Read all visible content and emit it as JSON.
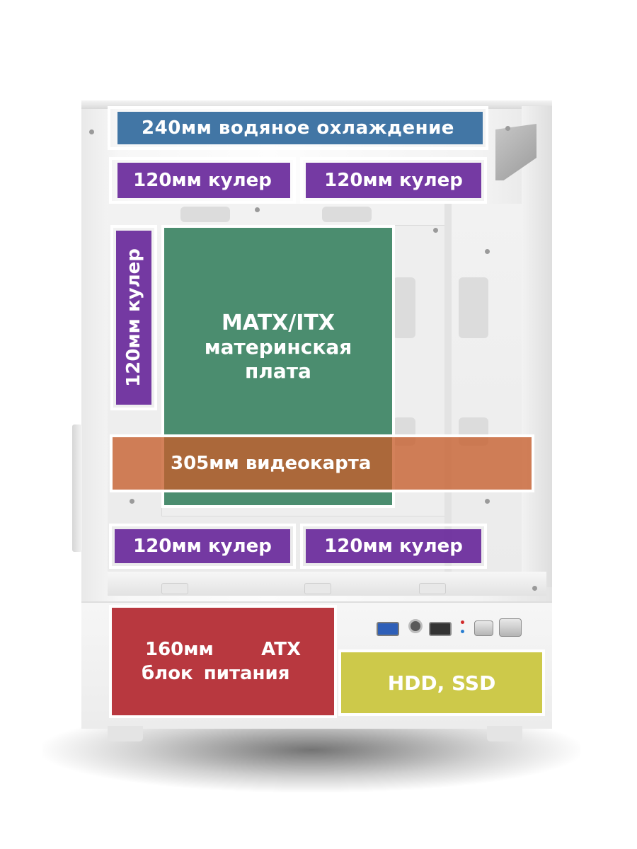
{
  "zones": {
    "water_cooling": "240мм водяное охлаждение",
    "fan_top_left": "120мм кулер",
    "fan_top_right": "120мм кулер",
    "fan_side": "120мм кулер",
    "motherboard_line1": "MATX/ITX",
    "motherboard_line2": "материнская",
    "motherboard_line3": "плата",
    "gpu": "305мм видеокарта",
    "fan_bottom_left": "120мм кулер",
    "fan_bottom_right": "120мм кулер",
    "psu_size": "160мм",
    "psu_type": "ATX",
    "psu_name": "блок питания",
    "storage": "HDD, SSD"
  },
  "colors": {
    "water_cooling": "#346c9e",
    "fan": "#6b2b9c",
    "motherboard": "#388260",
    "gpu": "#c75d2c",
    "psu": "#b8383f",
    "storage": "#cdc94a"
  },
  "icons": {
    "usb3_port": "usb3-port-icon",
    "audio_jack": "audio-jack-icon",
    "usb2_port": "usb2-port-icon",
    "power_led": "power-led-icon",
    "hdd_led": "hdd-led-icon",
    "reset_button": "reset-button-icon",
    "power_button": "power-button-icon"
  }
}
